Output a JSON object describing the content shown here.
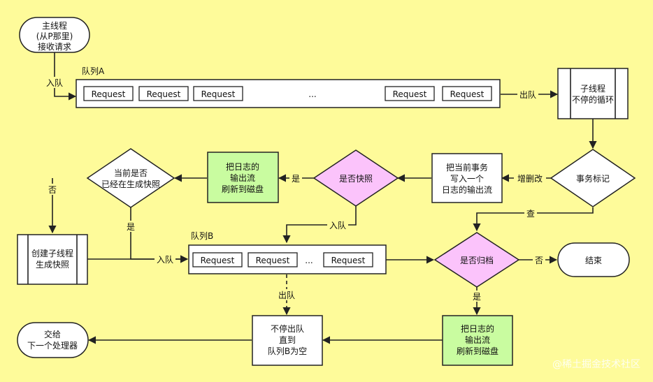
{
  "nodes": {
    "main_thread": [
      "主线程",
      "(从P那里)",
      "接收请求"
    ],
    "sub_thread_loop": [
      "子线程",
      "不停的循环"
    ],
    "tx_mark": "事务标记",
    "write_log_stream": [
      "把当前事务",
      "写入一个",
      "日志的输出流"
    ],
    "is_snapshot": "是否快照",
    "flush_log_top": [
      "把日志的",
      "输出流",
      "刷新到磁盘"
    ],
    "snapshot_in_progress": [
      "当前是否",
      "已经在生成快照"
    ],
    "create_sub_thread": [
      "创建子线程",
      "生成快照"
    ],
    "is_archive": "是否归档",
    "end": "结束",
    "flush_log_bottom": [
      "把日志的",
      "输出流",
      "刷新到磁盘"
    ],
    "dequeue_until_empty": [
      "不停出队",
      "直到",
      "队列B为空"
    ],
    "hand_over": [
      "交给",
      "下一个处理器"
    ]
  },
  "queues": {
    "a": {
      "label": "队列A",
      "items": [
        "Request",
        "Request",
        "Request",
        "...",
        "Request",
        "Request"
      ]
    },
    "b": {
      "label": "队列B",
      "items": [
        "Request",
        "Request",
        "...",
        "Request"
      ]
    }
  },
  "edge_labels": {
    "enqueue_a": "入队",
    "dequeue_a": "出队",
    "crud": "增删改",
    "query": "查",
    "yes_snapshot": "是",
    "enqueue_b_top": "入队",
    "no_snapshot_busy": "否",
    "yes_snapshot_busy": "是",
    "enqueue_b_left": "入队",
    "dequeue_b": "出队",
    "no_archive": "否",
    "yes_archive": "是"
  },
  "watermark": "@稀土掘金技术社区",
  "colors": {
    "background": "#fefb9a",
    "decision_pink": "#fbc3fb",
    "process_green": "#c9fca0"
  }
}
